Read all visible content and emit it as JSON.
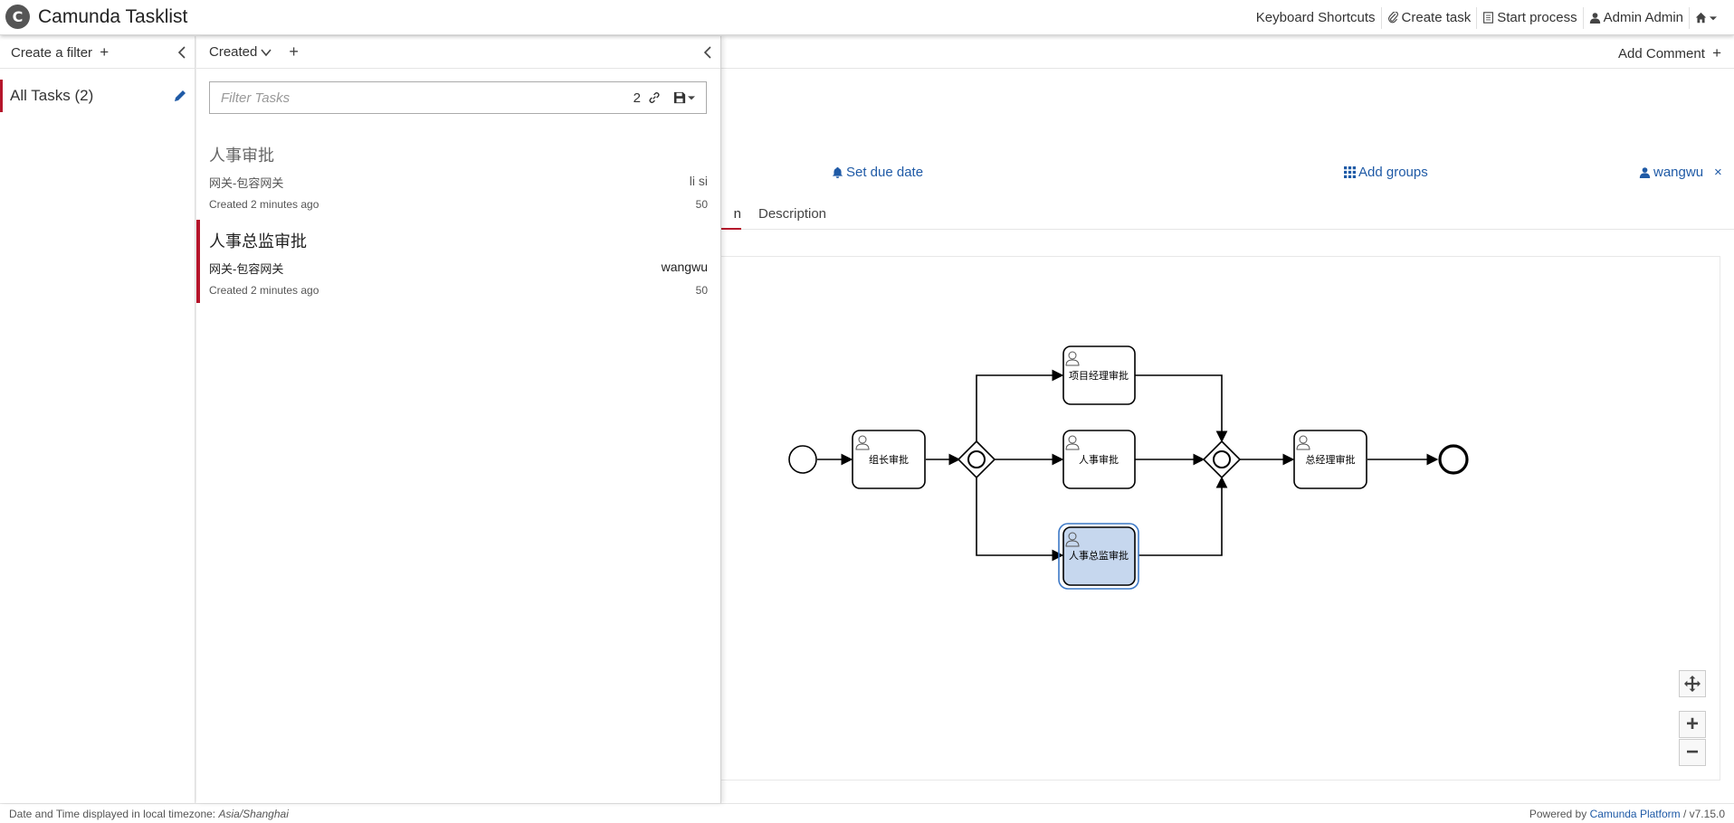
{
  "app": {
    "logo_letter": "C",
    "title": "Camunda Tasklist"
  },
  "topnav": {
    "keyboard_shortcuts": "Keyboard Shortcuts",
    "create_task": "Create task",
    "start_process": "Start process",
    "user": "Admin Admin"
  },
  "filters": {
    "create_label": "Create a filter",
    "plus": "+",
    "items": [
      {
        "label": "All Tasks (2)"
      }
    ]
  },
  "tasklist": {
    "sort_label": "Created",
    "plus": "+",
    "search_placeholder": "Filter Tasks",
    "count": "2",
    "tasks": [
      {
        "name": "人事审批",
        "process": "网关-包容网关",
        "assignee": "li si",
        "created": "Created 2 minutes ago",
        "priority": "50"
      },
      {
        "name": "人事总监审批",
        "process": "网关-包容网关",
        "assignee": "wangwu",
        "created": "Created 2 minutes ago",
        "priority": "50"
      }
    ]
  },
  "detail": {
    "add_comment": "Add Comment",
    "plus": "+",
    "set_due_date": "Set due date",
    "add_groups": "Add groups",
    "assignee": "wangwu",
    "remove": "×",
    "tab_form_partial": "n",
    "tab_description": "Description"
  },
  "diagram": {
    "tasks": {
      "t1": "组长审批",
      "t2": "项目经理审批",
      "t3": "人事审批",
      "t4": "人事总监审批",
      "t5": "总经理审批"
    },
    "active_task": "t4",
    "colors": {
      "active_fill": "#c6d7ee",
      "active_stroke": "#3c78c6"
    }
  },
  "zoom": {
    "zoom_in": "+",
    "zoom_out": "−"
  },
  "footer": {
    "timezone_label": "Date and Time displayed in local timezone:",
    "timezone": "Asia/Shanghai",
    "powered_by": "Powered by",
    "platform": "Camunda Platform",
    "version": "/ v7.15.0"
  },
  "colors": {
    "accent": "#b5152b",
    "link": "#1f5aa6"
  }
}
